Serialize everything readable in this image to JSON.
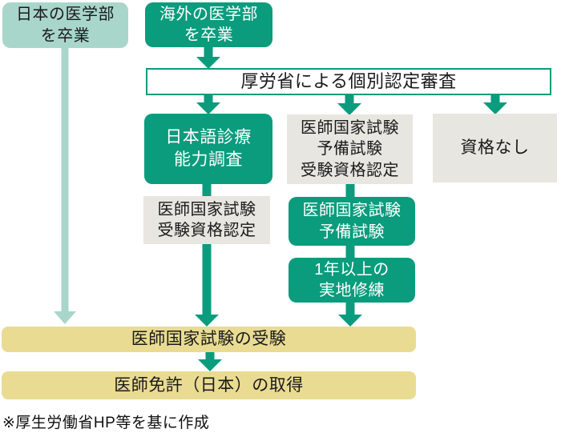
{
  "colors": {
    "teal": "#0a9c7d",
    "light_teal": "#a9d6cb",
    "gray_box": "#e8e6e0",
    "yellow_bar": "#e9dc92",
    "text": "#1a1a1a"
  },
  "nodes": {
    "japan_grad": "日本の医学部\nを卒業",
    "overseas_grad": "海外の医学部\nを卒業",
    "review": "厚労省による個別認定審査",
    "jp_clinical_survey": "日本語診療\n能力調査",
    "prelim_exam_cert": "医師国家試験\n予備試験\n受験資格認定",
    "no_qualification": "資格なし",
    "national_exam_cert": "医師国家試験\n受験資格認定",
    "prelim_exam": "医師国家試験\n予備試験",
    "practical_training": "1年以上の\n実地修練",
    "take_national_exam": "医師国家試験の受験",
    "obtain_license": "医師免許（日本）の取得",
    "footnote": "※厚生労働省HP等を基に作成"
  }
}
